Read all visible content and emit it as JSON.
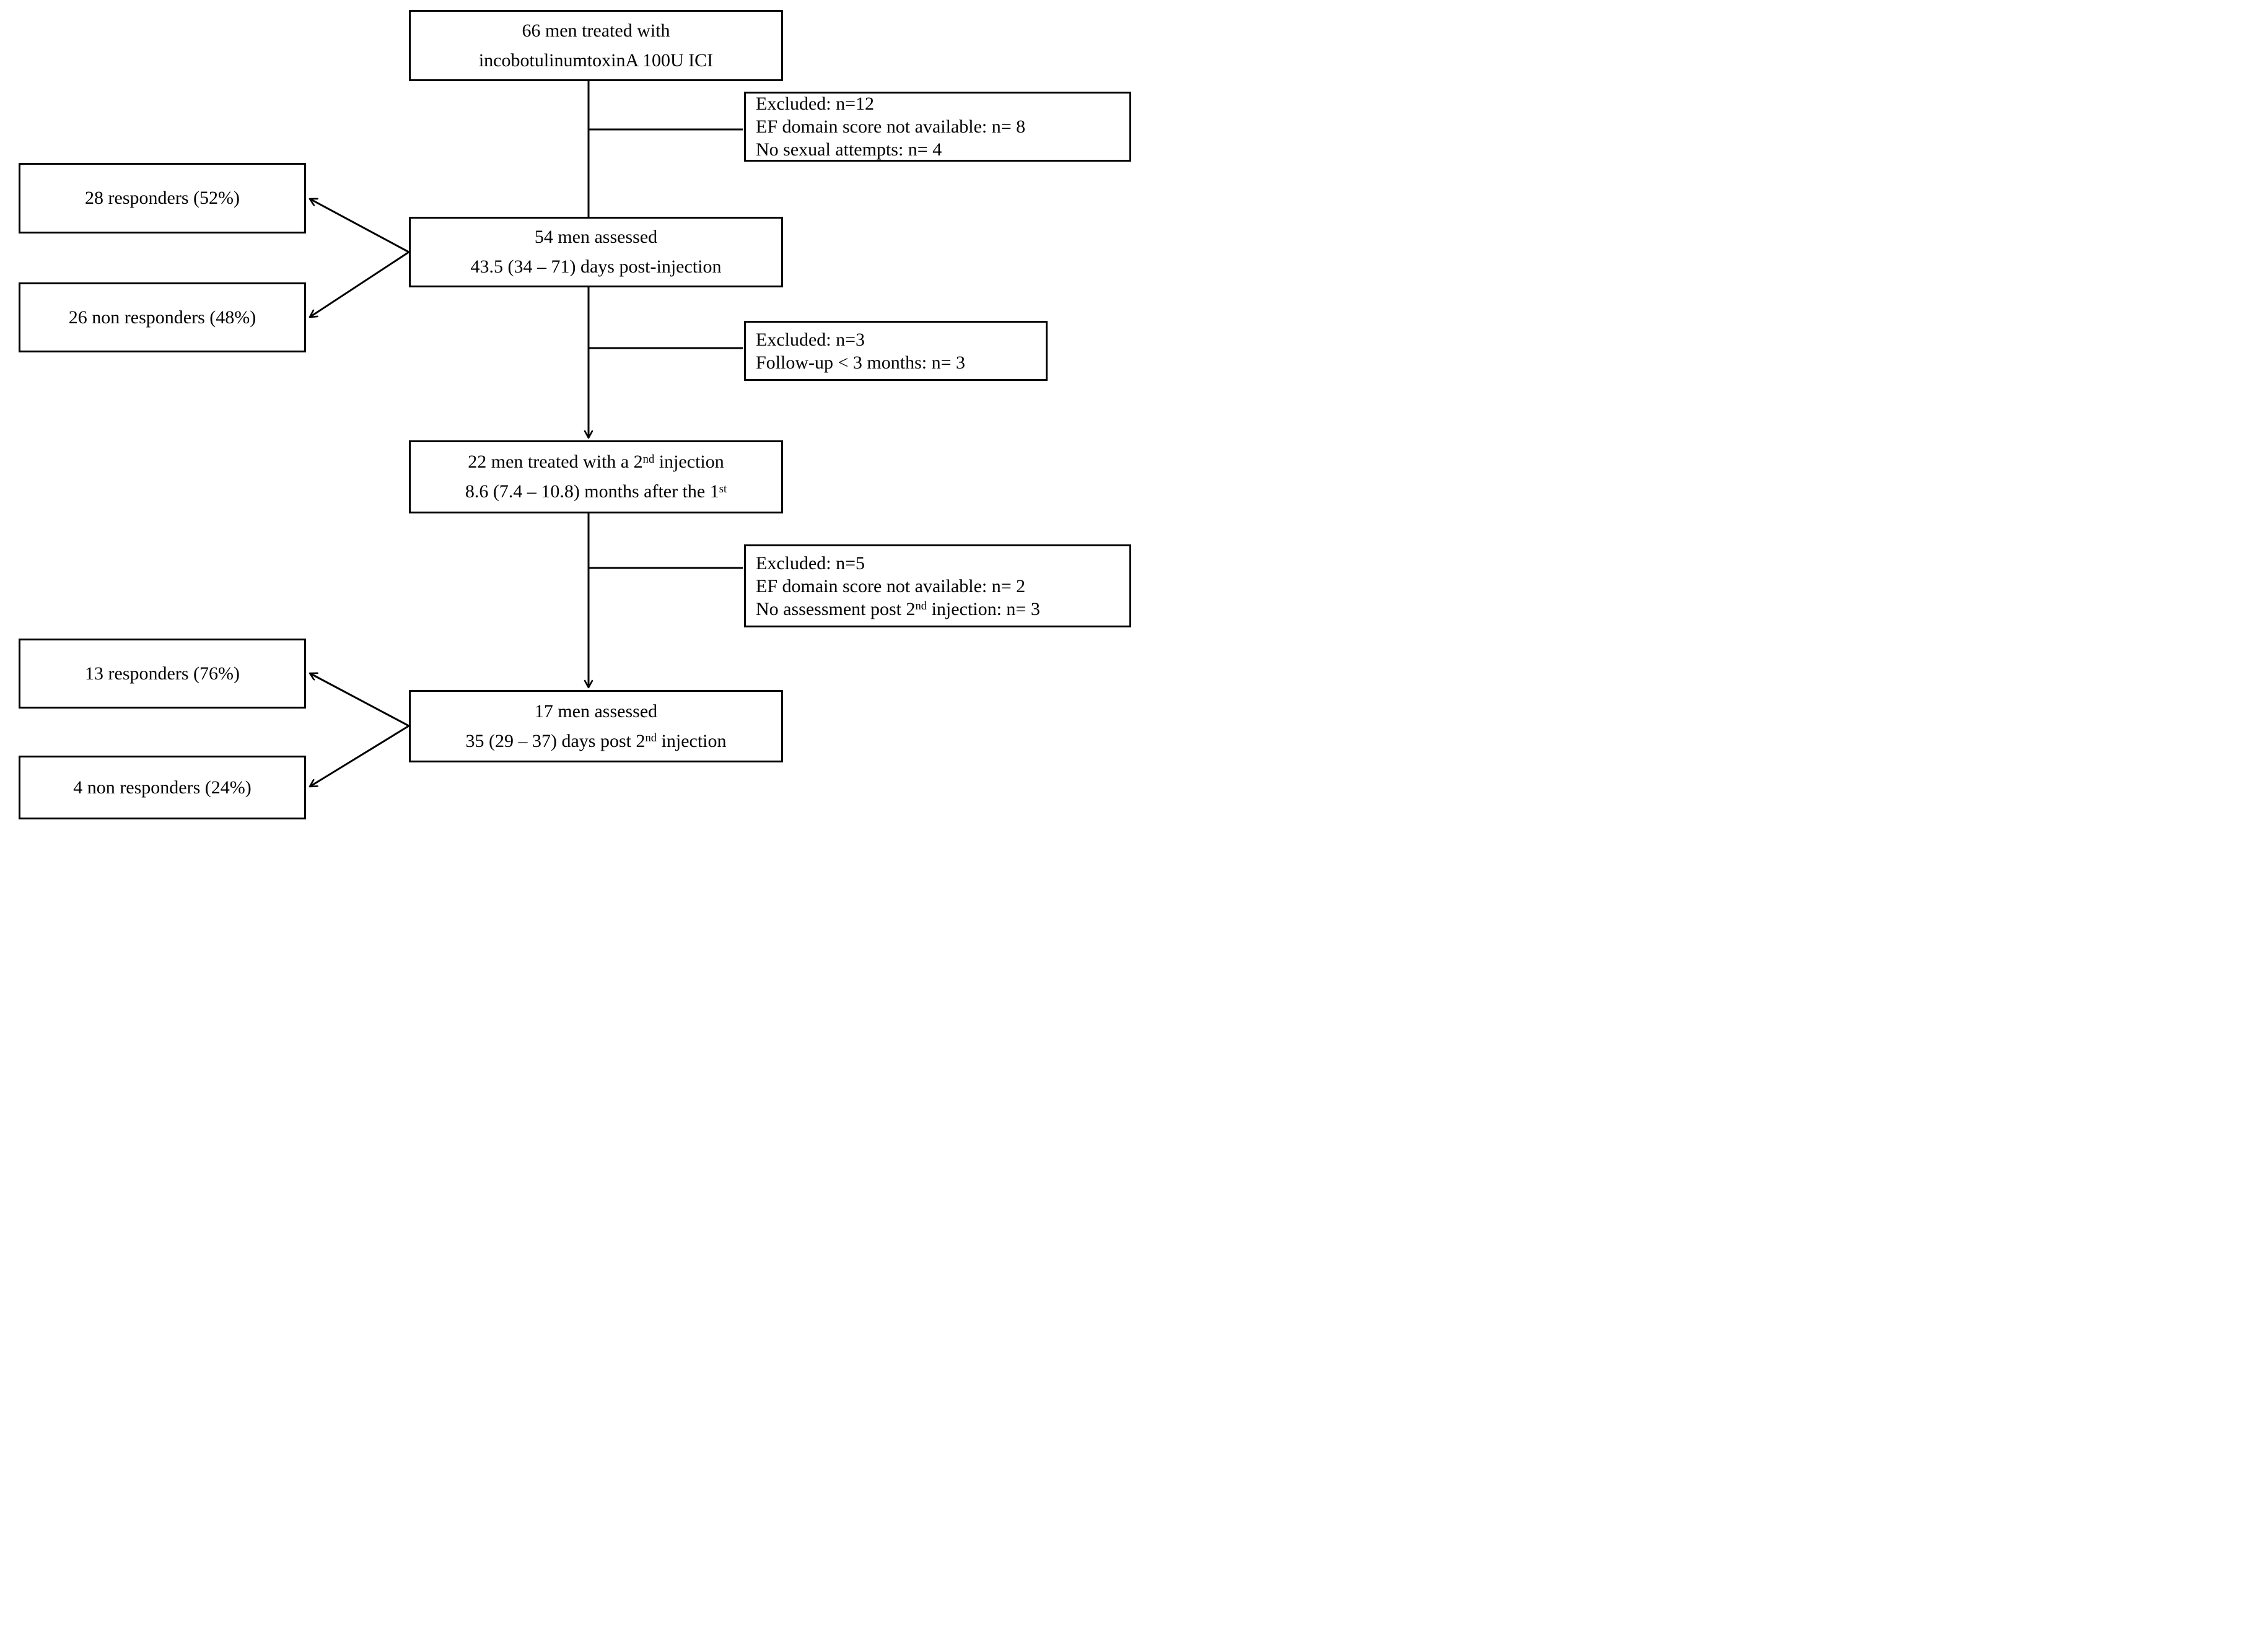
{
  "colors": {
    "ink": "#000000",
    "paper": "#ffffff"
  },
  "boxes": {
    "treated1": {
      "line1": "66 men treated with",
      "line2": "incobotulinumtoxinA 100U ICI"
    },
    "excluded1": {
      "line1": "Excluded: n=12",
      "line2": "EF domain score not available: n= 8",
      "line3": "No sexual attempts: n= 4"
    },
    "responders1": {
      "label": "28 responders (52%)"
    },
    "assessed1": {
      "line1": "54 men assessed",
      "line2": "43.5 (34 – 71) days post-injection"
    },
    "nonresponders1": {
      "label": "26 non responders (48%)"
    },
    "excluded2": {
      "line1": "Excluded: n=3",
      "line2": "Follow-up < 3 months: n= 3"
    },
    "treated2": {
      "line1_pre": "22 men treated with a 2",
      "line1_sup": "nd",
      "line1_post": " injection",
      "line2_pre": "8.6 (7.4 – 10.8) months after the 1",
      "line2_sup": "st"
    },
    "excluded3": {
      "line1": "Excluded: n=5",
      "line2": "EF domain score not available: n= 2",
      "line3_pre": "No assessment post 2",
      "line3_sup": "nd",
      "line3_post": " injection: n= 3"
    },
    "responders2": {
      "label": "13 responders (76%)"
    },
    "assessed2": {
      "line1": "17 men assessed",
      "line2_pre": "35 (29 – 37) days post 2",
      "line2_sup": "nd",
      "line2_post": " injection"
    },
    "nonresponders2": {
      "label": "4 non responders (24%)"
    }
  }
}
